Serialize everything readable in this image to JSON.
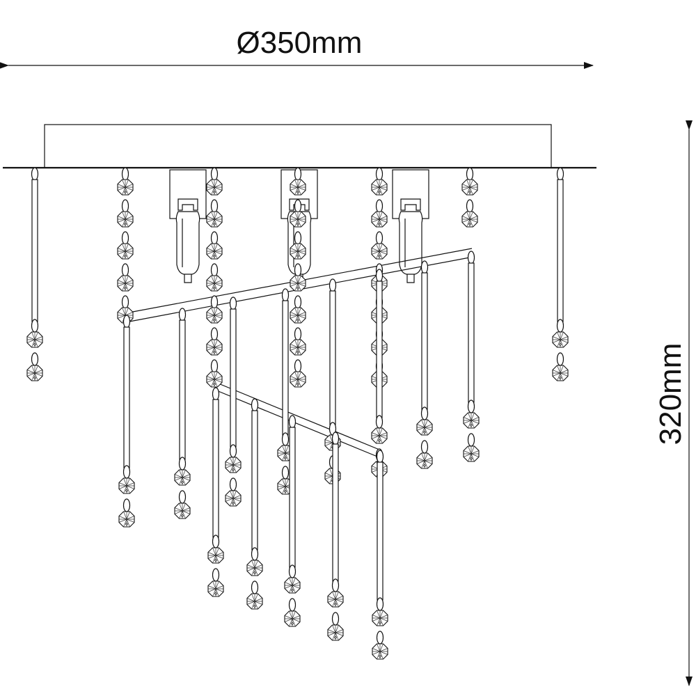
{
  "dimensions": {
    "width_label": "Ø350mm",
    "height_label": "320mm"
  },
  "drawing": {
    "line_color": "#111111",
    "background": "#ffffff",
    "pendant_count": 20,
    "bulb_count": 3
  }
}
